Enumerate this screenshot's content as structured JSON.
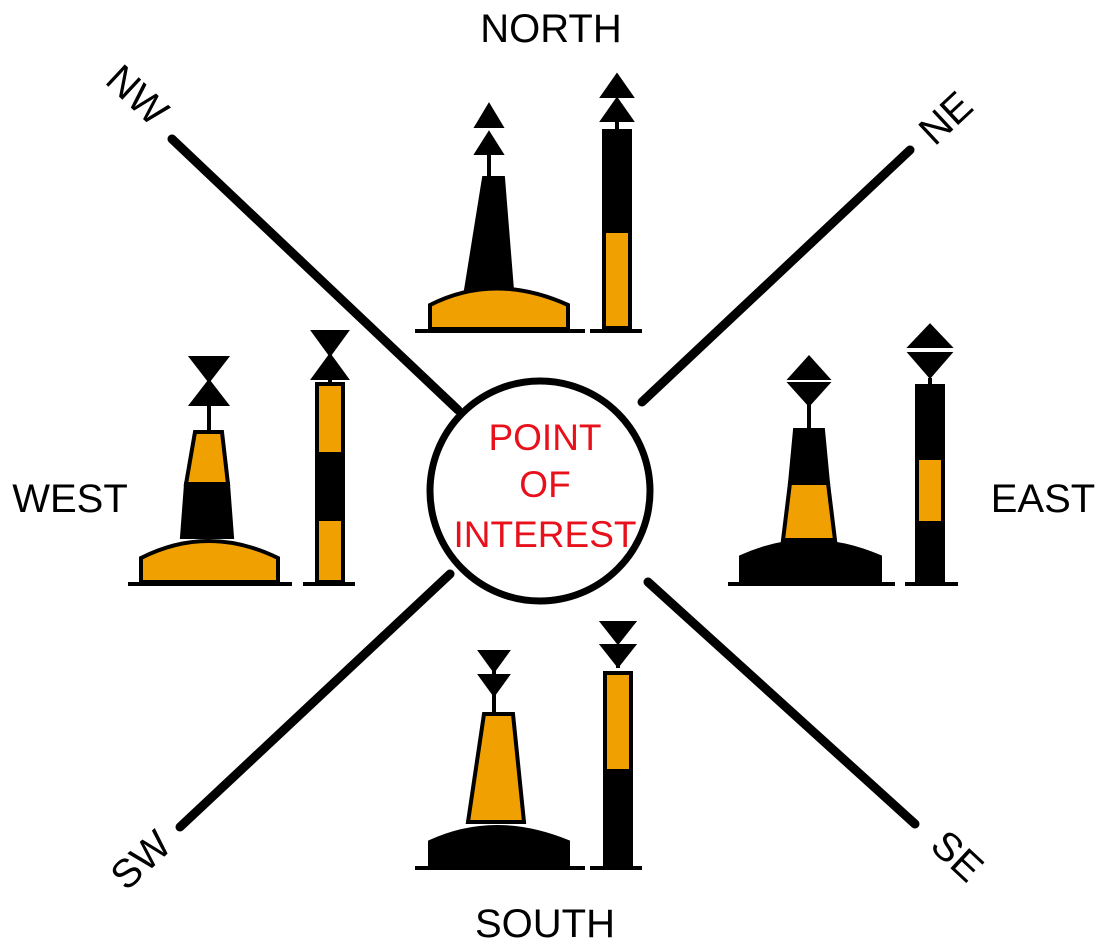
{
  "colors": {
    "black": "#000000",
    "yellow": "#F0A000",
    "center_text": "#E8111B",
    "background": "#FFFFFF"
  },
  "center": {
    "line1": "POINT",
    "line2": "OF",
    "line3": "INTEREST"
  },
  "cardinals": {
    "north": "NORTH",
    "south": "SOUTH",
    "east": "EAST",
    "west": "WEST"
  },
  "intercardinals": {
    "nw": "NW",
    "ne": "NE",
    "sw": "SW",
    "se": "SE"
  },
  "buoys": {
    "north": {
      "topmark": "two cones pointing up",
      "pattern": "black above yellow"
    },
    "south": {
      "topmark": "two cones pointing down",
      "pattern": "yellow above black"
    },
    "east": {
      "topmark": "two cones base to base",
      "pattern": "black with yellow band"
    },
    "west": {
      "topmark": "two cones point to point",
      "pattern": "yellow with black band"
    }
  }
}
